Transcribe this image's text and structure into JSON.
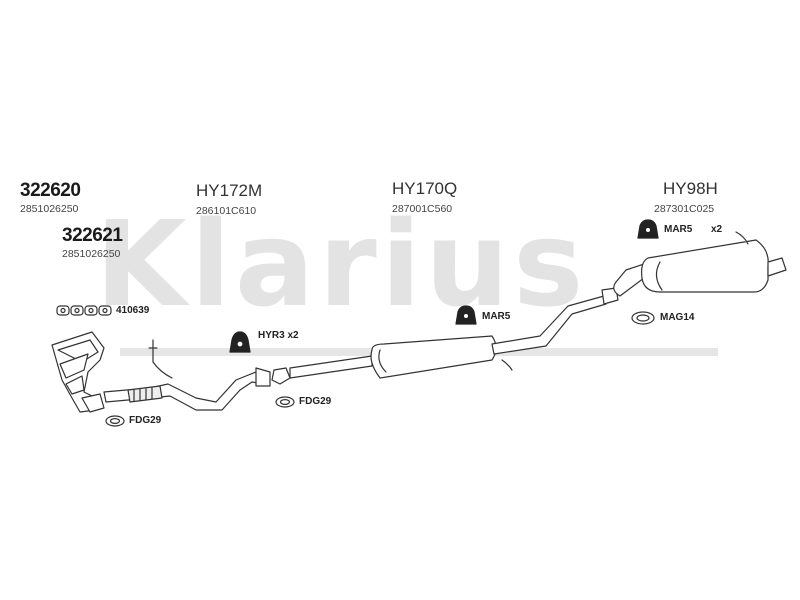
{
  "watermark": "Klarius",
  "parts": {
    "p1_code": "322620",
    "p1_oe": "2851026250",
    "p2_code": "322621",
    "p2_oe": "2851026250",
    "front_code": "HY172M",
    "front_oe": "286101C610",
    "mid_code": "HY170Q",
    "mid_oe": "287001C560",
    "rear_code": "HY98H",
    "rear_oe": "287301C025"
  },
  "accessories": {
    "a410639": "410639",
    "hyr3": "HYR3 x2",
    "fdg29_left": "FDG29",
    "fdg29_mid": "FDG29",
    "mar5_mid": "MAR5",
    "mar5_top": "MAR5",
    "mar5_qty": "x2",
    "mag14": "MAG14"
  },
  "colors": {
    "line": "#333333",
    "pipe_fill": "#ffffff",
    "watermark": "#e3e3e3"
  }
}
